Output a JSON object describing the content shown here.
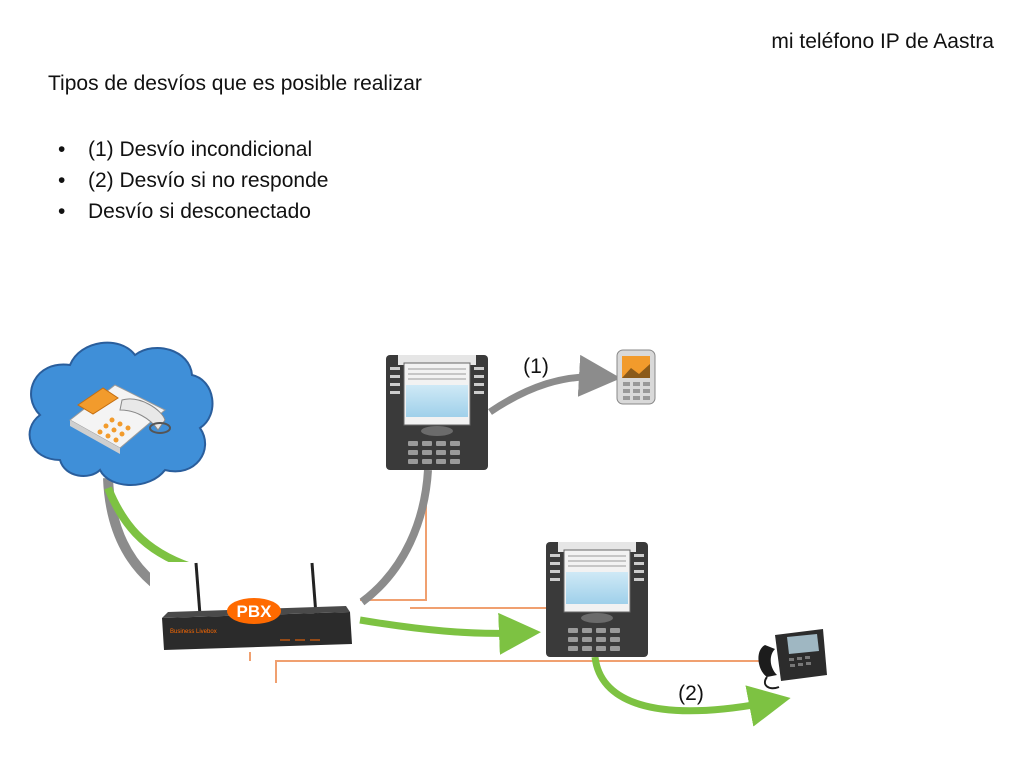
{
  "header": {
    "title": "mi teléfono IP de Aastra"
  },
  "content": {
    "heading": "Tipos de desvíos que es posible realizar",
    "bullets": [
      "(1) Desvío incondicional",
      "(2) Desvío si no responde",
      "Desvío si desconectado"
    ]
  },
  "diagram": {
    "label_1": "(1)",
    "label_2": "(2)",
    "pbx_badge": "PBX",
    "router_text": "Business Livebox",
    "colors": {
      "green_arrow": "#7dc242",
      "gray_arrow": "#8c8c8c",
      "orange_line": "#f0a070",
      "cloud": "#3f8fd8"
    },
    "icons": [
      "cloud-icon",
      "desk-phone-icon",
      "ip-phone-icon",
      "mobile-phone-icon",
      "router-icon",
      "analog-phone-icon"
    ]
  }
}
